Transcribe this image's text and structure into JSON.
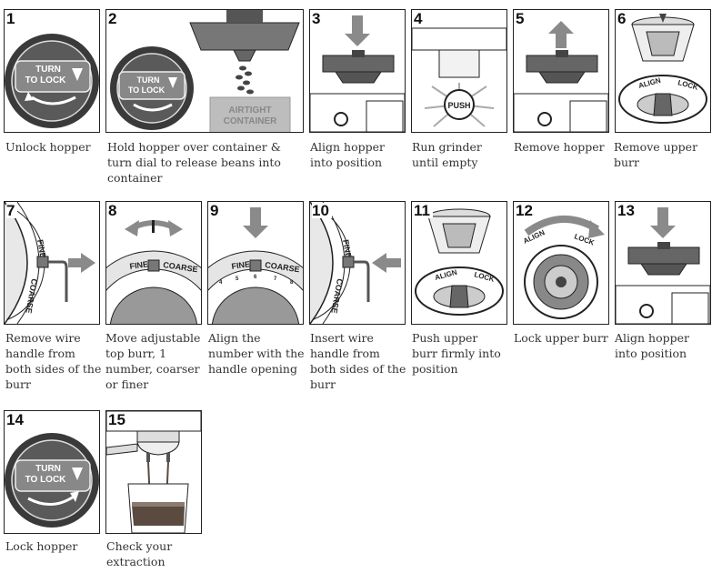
{
  "steps": [
    {
      "number": "1",
      "caption": "Unlock hopper",
      "labels": {
        "dial": "TURN TO LOCK"
      },
      "icons": [
        "hopper-dial-icon",
        "curved-arrow-icon"
      ]
    },
    {
      "number": "2",
      "caption": "Hold hopper over container & turn dial to release beans into container",
      "labels": {
        "dial": "TURN TO LOCK",
        "container": "AIRTIGHT CONTAINER"
      },
      "icons": [
        "hopper-dial-icon",
        "beans-icon",
        "container-icon"
      ]
    },
    {
      "number": "3",
      "caption": "Align hopper into position",
      "icons": [
        "down-arrow-icon",
        "hopper-icon",
        "grinder-body-icon"
      ]
    },
    {
      "number": "4",
      "caption": "Run grinder until empty",
      "labels": {
        "button": "PUSH"
      },
      "icons": [
        "push-button-icon",
        "burst-icon"
      ]
    },
    {
      "number": "5",
      "caption": "Remove hopper",
      "icons": [
        "up-arrow-icon",
        "hopper-icon",
        "grinder-body-icon"
      ]
    },
    {
      "number": "6",
      "caption": "Remove upper burr",
      "labels": {
        "align": "ALIGN",
        "lock": "LOCK"
      },
      "icons": [
        "upper-burr-icon",
        "lower-burr-icon"
      ]
    },
    {
      "number": "7",
      "caption": "Remove wire handle from both sides of the burr",
      "labels": {
        "fine": "FINE",
        "coarse": "COARSE"
      },
      "icons": [
        "burr-side-icon",
        "wire-handle-icon",
        "right-arrow-icon"
      ]
    },
    {
      "number": "8",
      "caption": "Move adjustable top burr, 1 number, coarser or finer",
      "labels": {
        "fine": "FINE",
        "coarse": "COARSE"
      },
      "icons": [
        "left-right-arrow-icon",
        "burr-front-icon"
      ]
    },
    {
      "number": "9",
      "caption": "Align the number with the handle opening",
      "labels": {
        "fine": "FINE",
        "coarse": "COARSE",
        "scale": [
          "4",
          "5",
          "6",
          "7",
          "8"
        ]
      },
      "icons": [
        "down-arrow-icon",
        "burr-front-icon"
      ]
    },
    {
      "number": "10",
      "caption": "Insert wire handle from both sides of the burr",
      "labels": {
        "fine": "FINE",
        "coarse": "COARSE"
      },
      "icons": [
        "burr-side-icon",
        "wire-handle-icon",
        "left-arrow-icon"
      ]
    },
    {
      "number": "11",
      "caption": "Push upper burr firmly into position",
      "labels": {
        "align": "ALIGN",
        "lock": "LOCK"
      },
      "icons": [
        "upper-burr-icon",
        "lower-burr-icon"
      ]
    },
    {
      "number": "12",
      "caption": "Lock upper burr",
      "labels": {
        "align": "ALIGN",
        "lock": "LOCK"
      },
      "icons": [
        "burr-top-view-icon",
        "curved-arrow-icon"
      ]
    },
    {
      "number": "13",
      "caption": "Align hopper into position",
      "icons": [
        "down-arrow-icon",
        "hopper-icon",
        "grinder-body-icon"
      ]
    },
    {
      "number": "14",
      "caption": "Lock hopper",
      "labels": {
        "dial": "TURN TO LOCK"
      },
      "icons": [
        "hopper-dial-icon",
        "curved-arrow-icon"
      ]
    },
    {
      "number": "15",
      "caption": "Check your extraction",
      "icons": [
        "portafilter-icon",
        "espresso-glass-icon"
      ]
    }
  ],
  "colors": {
    "line": "#222222",
    "arrow": "#8a8a8a",
    "dial_dark": "#4a4a4a",
    "dial_mid": "#7a7a7a",
    "shade": "#b5b5b5",
    "coffee": "#5a4a40"
  }
}
